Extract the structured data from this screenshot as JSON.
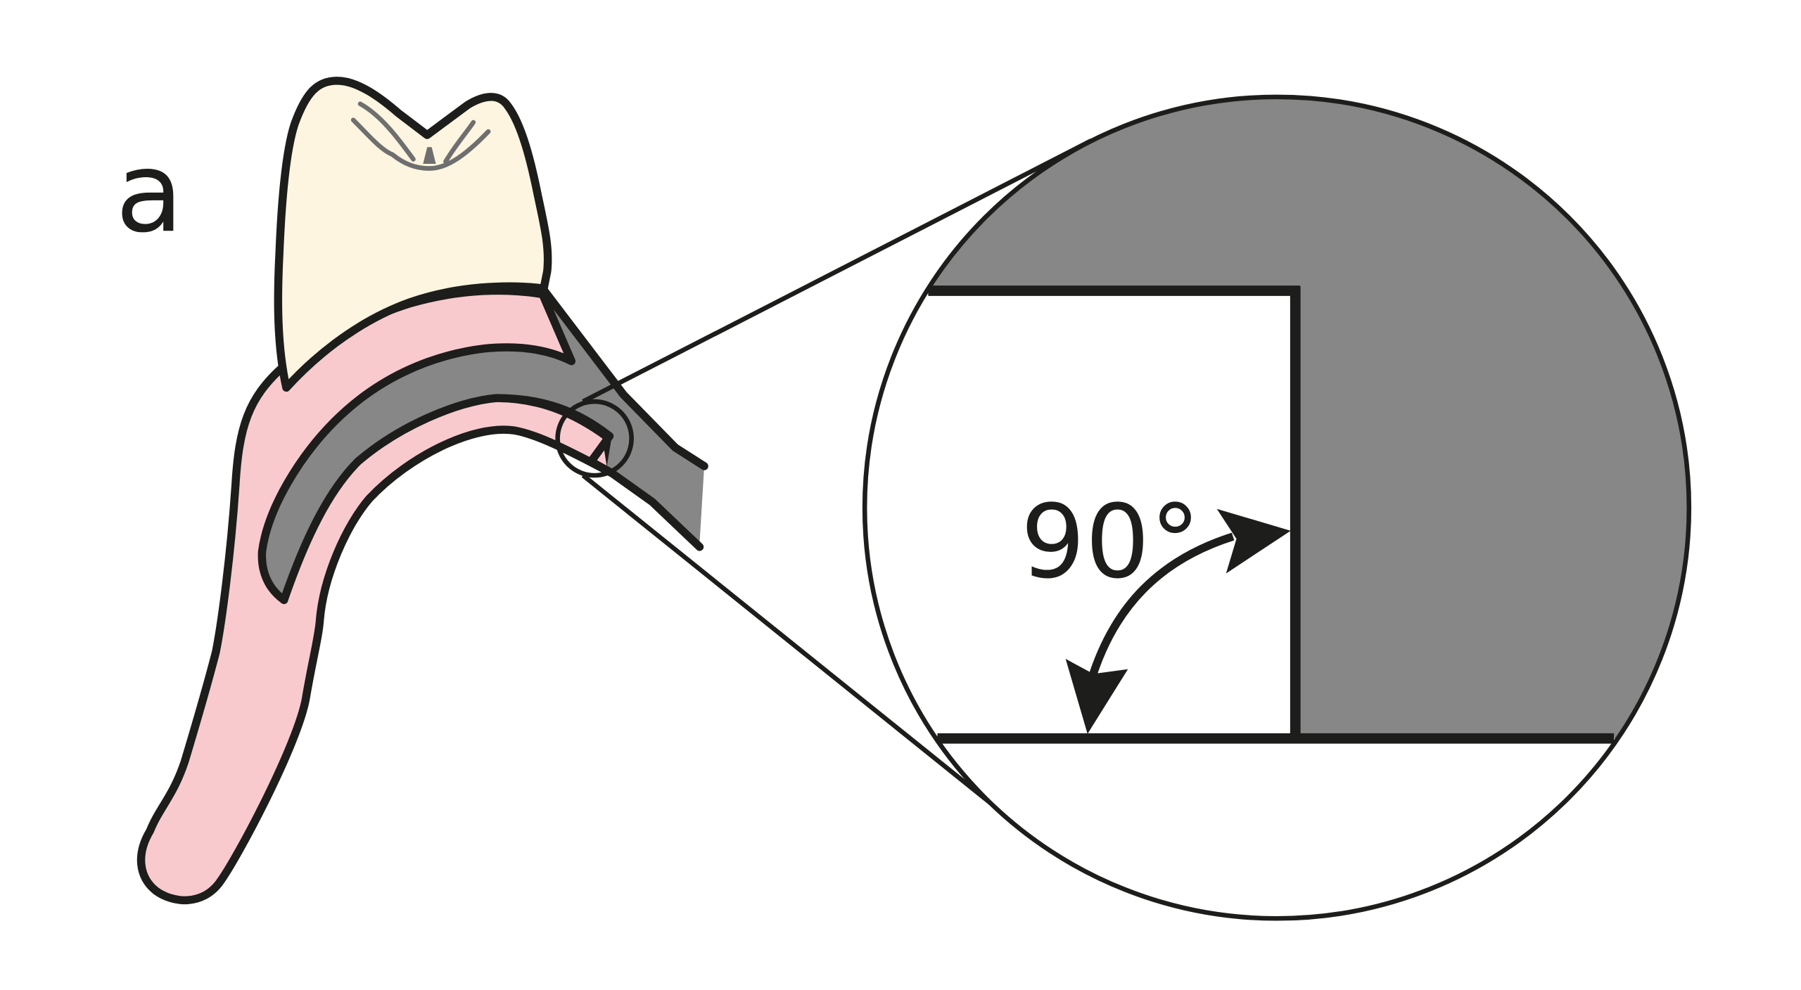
{
  "figure": {
    "panel_label": "a",
    "angle_label": "90°",
    "description": "Tooth with gingiva and gray instrument/matrix; magnified inset showing a 90 degree angle",
    "colors": {
      "outline": "#1d1d1b",
      "tooth_crown": "#fdf5e0",
      "gingiva": "#f8cace",
      "gray_material": "#878787",
      "fissure": "#6f6f6f",
      "background": "#ffffff"
    }
  }
}
